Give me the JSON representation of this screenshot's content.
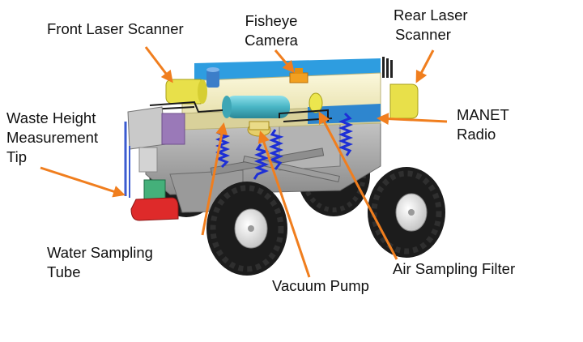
{
  "labels": {
    "front_laser_scanner": "Front Laser Scanner",
    "fisheye_camera_line1": "Fisheye",
    "fisheye_camera_line2": "Camera",
    "rear_laser_scanner_line1": "Rear Laser",
    "rear_laser_scanner_line2": "Scanner",
    "waste_height_line1": "Waste Height",
    "waste_height_line2": "Measurement",
    "waste_height_line3": "Tip",
    "manet_radio_line1": "MANET",
    "manet_radio_line2": "Radio",
    "water_sampling_line1": "Water Sampling",
    "water_sampling_line2": "Tube",
    "vacuum_pump": "Vacuum Pump",
    "air_sampling_filter": "Air Sampling Filter"
  },
  "colors": {
    "arrow": "#f07e1e",
    "tire": "#1c1c1c",
    "tire_tread": "#2f2f2f",
    "rim": "#e3e3e3",
    "chassis": "#a9a9a9",
    "chassis_dark": "#7f7f7f",
    "top_deck": "#f4efc4",
    "blue_strip": "#2e9de0",
    "scanner": "#e8e04a",
    "camera": "#f2a020",
    "cylinder": "#52c0cf",
    "spring": "#1d2fd6",
    "red_box": "#de2a2a",
    "purple_box": "#9a79b8"
  }
}
